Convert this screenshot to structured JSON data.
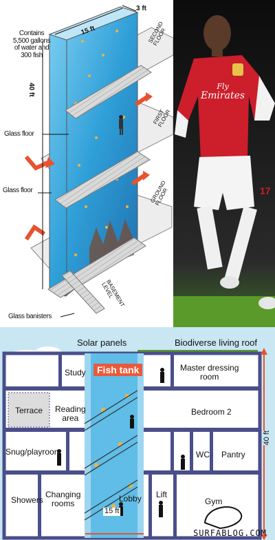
{
  "top_diagram": {
    "depth": "3 ft",
    "width": "15 ft",
    "height": "40 ft",
    "contains": [
      "Contains",
      "5,500 gallons",
      "of water and",
      "300 fish"
    ],
    "floors": {
      "second": [
        "SECOND",
        "FLOOR"
      ],
      "first": [
        "FIRST",
        "FLOOR"
      ],
      "ground": [
        "GROUND",
        "FLOOR"
      ],
      "basement": [
        "BASEMENT",
        "LEVEL"
      ]
    },
    "callouts": {
      "glass_floor_upper": "Glass floor",
      "glass_floor_lower": "Glass floor",
      "glass_banisters": "Glass banisters"
    }
  },
  "photo": {
    "shirt_text": [
      "Fly",
      "Emirates"
    ],
    "number": "17"
  },
  "house": {
    "roof_left": "Solar panels",
    "roof_right": "Biodiverse living roof",
    "tank_label": "Fish tank",
    "height_label": "40 ft",
    "width_label": "15 ft",
    "rooms": {
      "study": "Study",
      "master": [
        "Master dressing",
        "room"
      ],
      "terrace": "Terrace",
      "reading": [
        "Reading",
        "area"
      ],
      "bedroom2": "Bedroom 2",
      "snug": "Snug/playroom",
      "wc": "WC",
      "pantry": "Pantry",
      "showers": "Showers",
      "changing": [
        "Changing",
        "rooms"
      ],
      "lobby": "Lobby",
      "lift": "Lift",
      "gym": "Gym"
    }
  },
  "watermark": "SURFABLOG.COM",
  "colors": {
    "water": "#2f9fd8",
    "arrow": "#e8522e",
    "sky": "#c9e6f3",
    "grass": "#5a9a2a",
    "shirt_red": "#cc1e2b",
    "house_wall": "#ffffff",
    "house_outline": "#4a4e8a"
  }
}
